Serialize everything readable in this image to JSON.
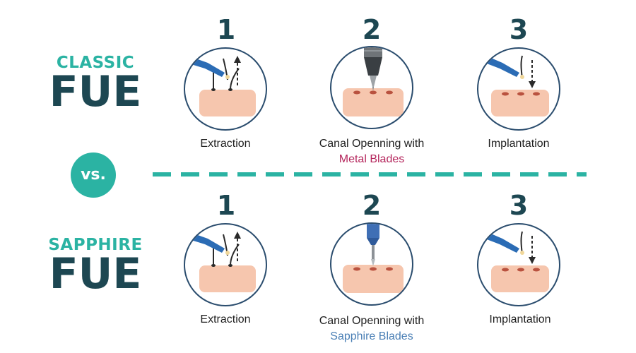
{
  "classic": {
    "subtitle": "CLASSIC",
    "title": "FUE",
    "steps": [
      {
        "number": "1",
        "label": "Extraction",
        "sublabel": "",
        "icon": "extraction-icon"
      },
      {
        "number": "2",
        "label": "Canal Openning with",
        "sublabel": "Metal Blades",
        "sublabel_color": "#b5275d",
        "icon": "metal-blade-icon"
      },
      {
        "number": "3",
        "label": "Implantation",
        "sublabel": "",
        "icon": "implantation-icon"
      }
    ]
  },
  "vs_label": "vs.",
  "sapphire": {
    "subtitle": "SAPPHIRE",
    "title": "FUE",
    "steps": [
      {
        "number": "1",
        "label": "Extraction",
        "sublabel": "",
        "icon": "extraction-icon"
      },
      {
        "number": "2",
        "label": "Canal Openning with",
        "sublabel": "Sapphire Blades",
        "sublabel_color": "#4a7fb5",
        "icon": "sapphire-blade-icon"
      },
      {
        "number": "3",
        "label": "Implantation",
        "sublabel": "",
        "icon": "implantation-icon"
      }
    ]
  },
  "colors": {
    "teal": "#2bb3a3",
    "navy": "#1d4752",
    "skin": "#f6c6ae",
    "tweezers": "#2b6cb5",
    "metal_sublabel": "#b5275d",
    "sapphire_sublabel": "#4a7fb5"
  }
}
